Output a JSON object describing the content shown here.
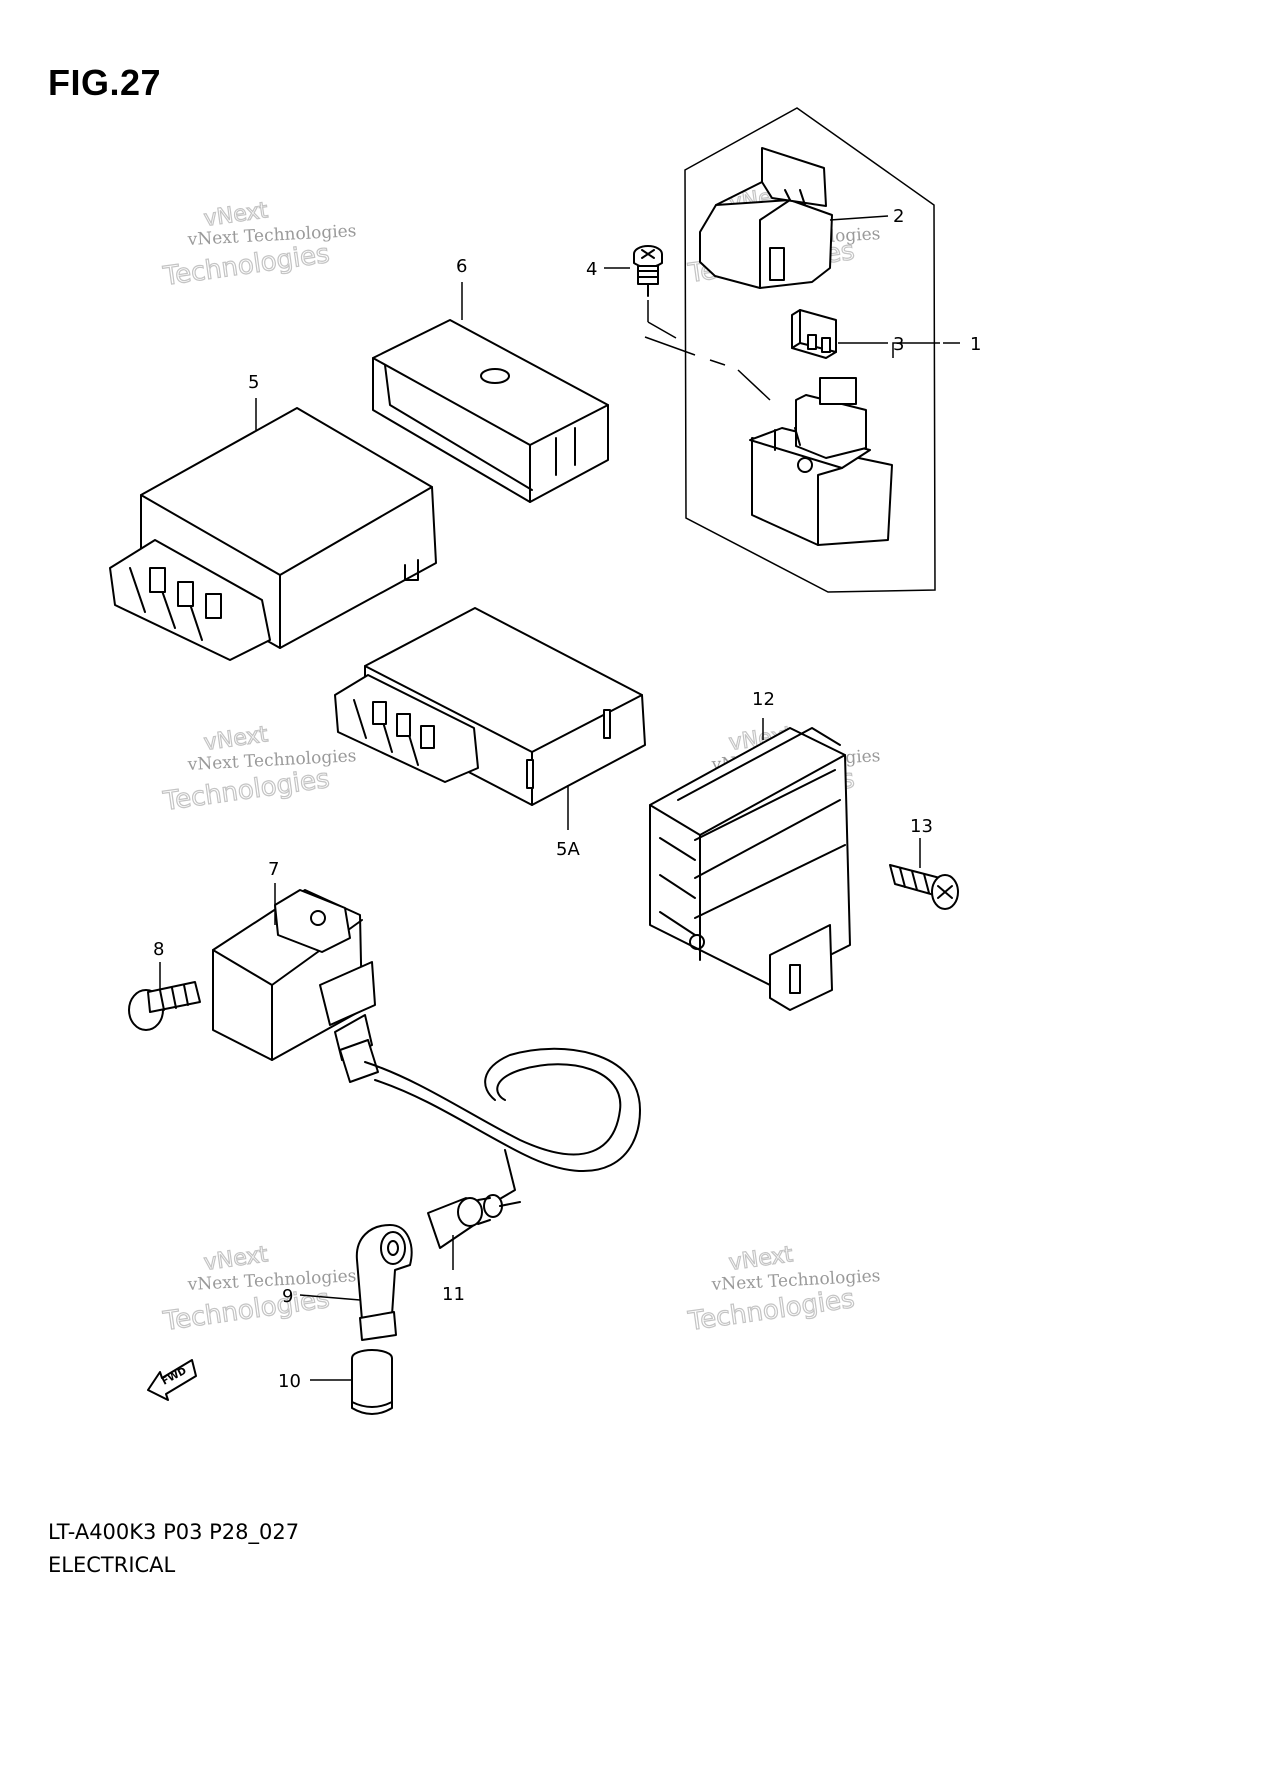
{
  "figure_title": "FIG.27",
  "footer": {
    "code": "LT-A400K3 P03 P28_027",
    "section": "ELECTRICAL"
  },
  "watermark": {
    "line1": "vNext",
    "line2": "vNext Technologies",
    "line3": "Technologies"
  },
  "fwd_label": "FWD",
  "callouts": [
    "1",
    "2",
    "3",
    "4",
    "5",
    "5A",
    "6",
    "7",
    "8",
    "9",
    "10",
    "11",
    "12",
    "13"
  ]
}
